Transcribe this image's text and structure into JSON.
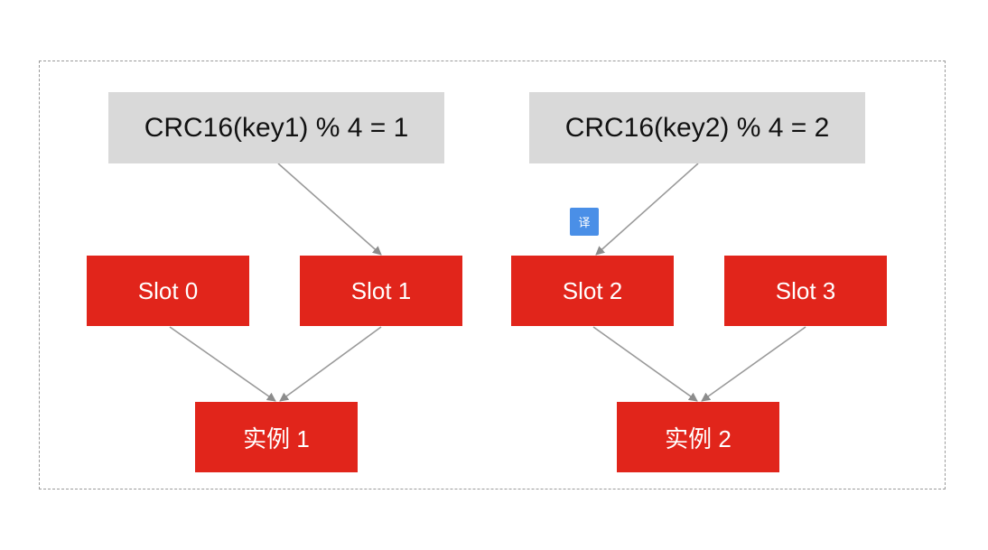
{
  "hash_boxes": [
    {
      "label": "CRC16(key1) % 4 = 1"
    },
    {
      "label": "CRC16(key2) % 4 = 2"
    }
  ],
  "slots": [
    {
      "label": "Slot 0"
    },
    {
      "label": "Slot 1"
    },
    {
      "label": "Slot 2"
    },
    {
      "label": "Slot 3"
    }
  ],
  "instances": [
    {
      "label": "实例 1"
    },
    {
      "label": "实例 2"
    }
  ],
  "translate_badge": {
    "label": "译"
  },
  "colors": {
    "hash_fill": "#d9d9d9",
    "slot_fill": "#e1251b",
    "arrow": "#8c8c8c",
    "badge": "#4a8fe7"
  }
}
